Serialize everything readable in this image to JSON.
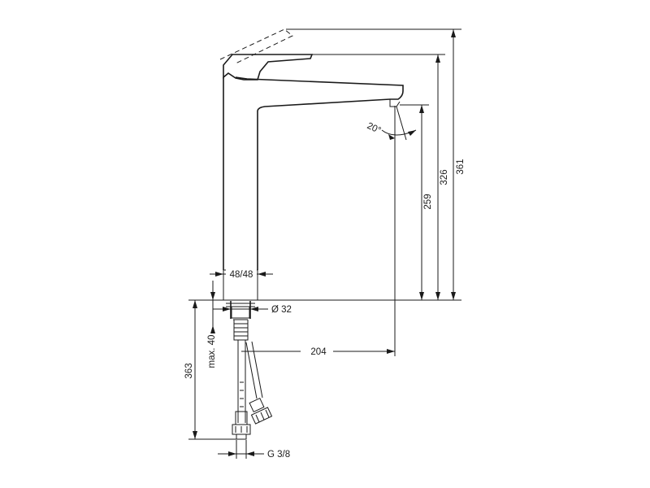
{
  "dimensions": {
    "overall_height": "361",
    "spout_top_height": "326",
    "spout_outlet_height": "259",
    "angle": "20°",
    "body_width": "48/48",
    "hole_diameter": "Ø 32",
    "spout_reach": "204",
    "max_thickness": "max. 40",
    "below_deck": "363",
    "connection": "G 3/8"
  }
}
